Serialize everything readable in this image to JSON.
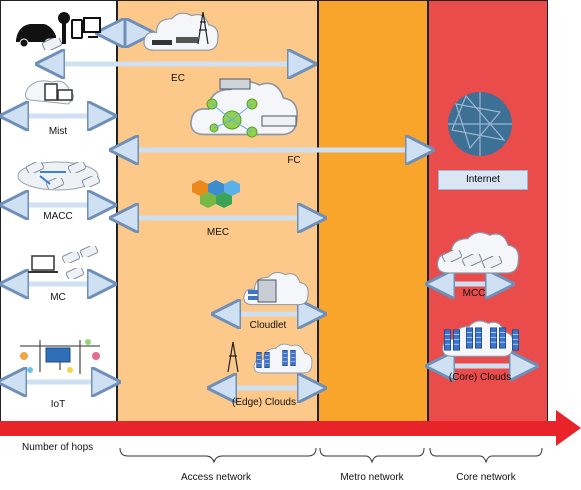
{
  "technologies": {
    "ec": "EC",
    "mist": "Mist",
    "fc": "FC",
    "macc": "MACC",
    "mec": "MEC",
    "mc": "MC",
    "cloudlet": "Cloudlet",
    "edge_clouds": "(Edge) Clouds",
    "iot": "IoT",
    "mcc": "MCC",
    "core_clouds": "(Core) Clouds"
  },
  "internet_label": "Internet",
  "hops_label": "Number of hops",
  "networks": {
    "access": "Access network",
    "metro": "Metro network",
    "core": "Core network"
  },
  "colors": {
    "device_zone": "#ffffff",
    "access_zone": "#fcc98a",
    "metro_zone": "#f9a52b",
    "core_zone": "#ea4b4b",
    "hops_arrow": "#e8242a",
    "range_arrow": "#cfe0f3"
  },
  "icons": [
    "car-icon",
    "parking-meter-icon",
    "smartphone-icon",
    "laptop-icon",
    "cloud-icon",
    "router-icon",
    "cell-tower-icon",
    "switch-icon",
    "server-icon",
    "network-globe-icon",
    "smart-grid-icon"
  ]
}
